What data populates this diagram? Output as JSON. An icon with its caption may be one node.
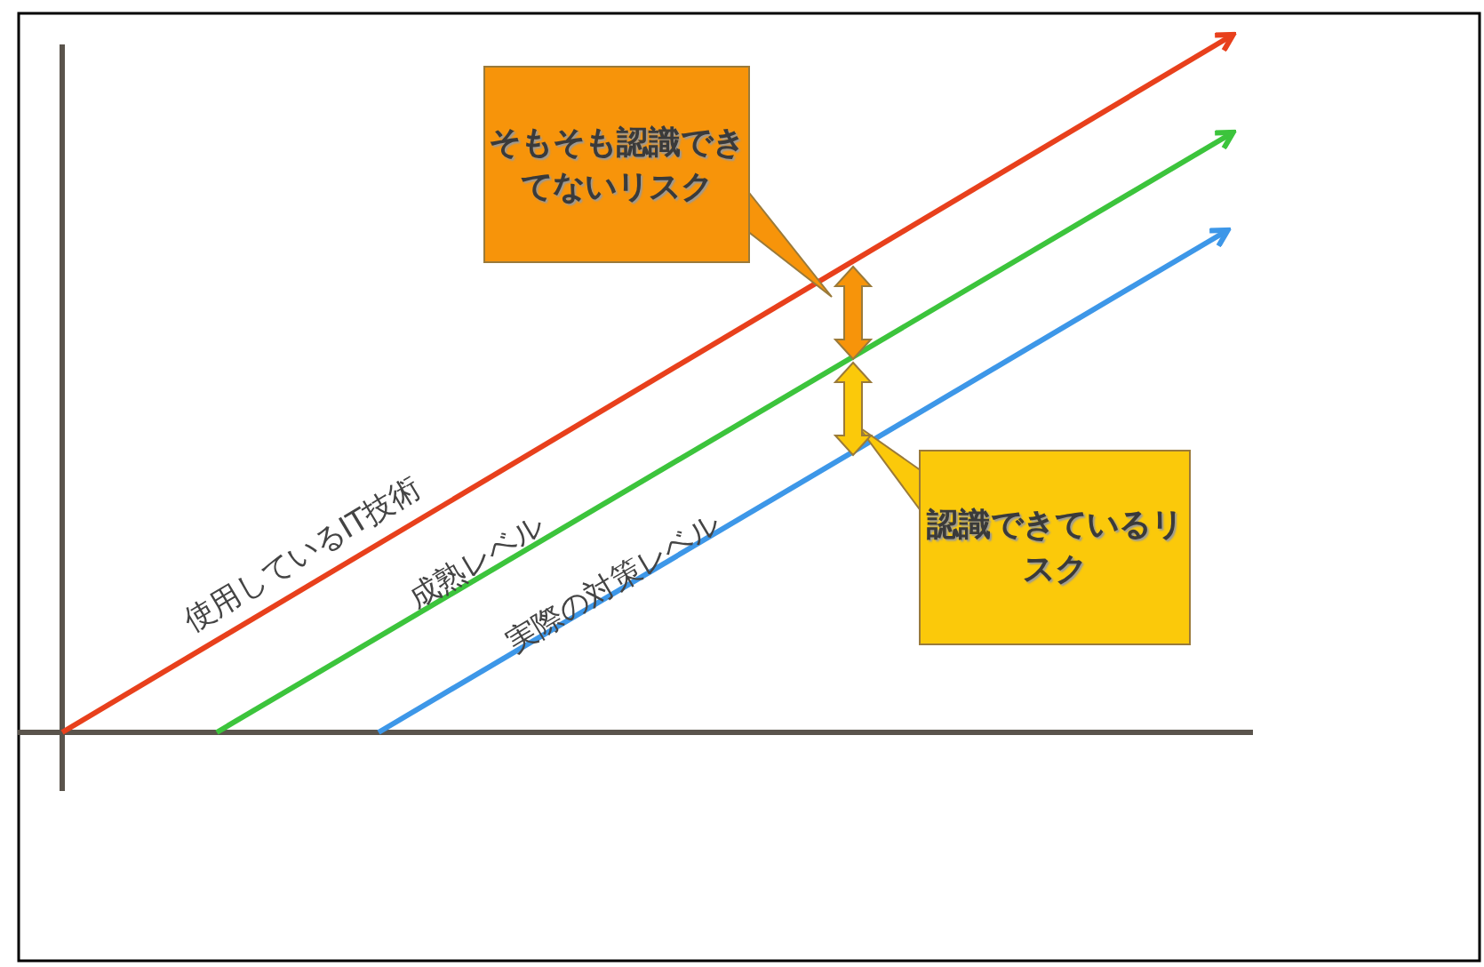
{
  "diagram": {
    "nodes": [
      {
        "text": [
          "そもそも認識できてないリスク"
        ]
      },
      {
        "text": [
          "認識できているリスク"
        ]
      }
    ],
    "labels": [
      "使用しているIT技術",
      "成熟レベル",
      "実際の対策レベル"
    ]
  }
}
